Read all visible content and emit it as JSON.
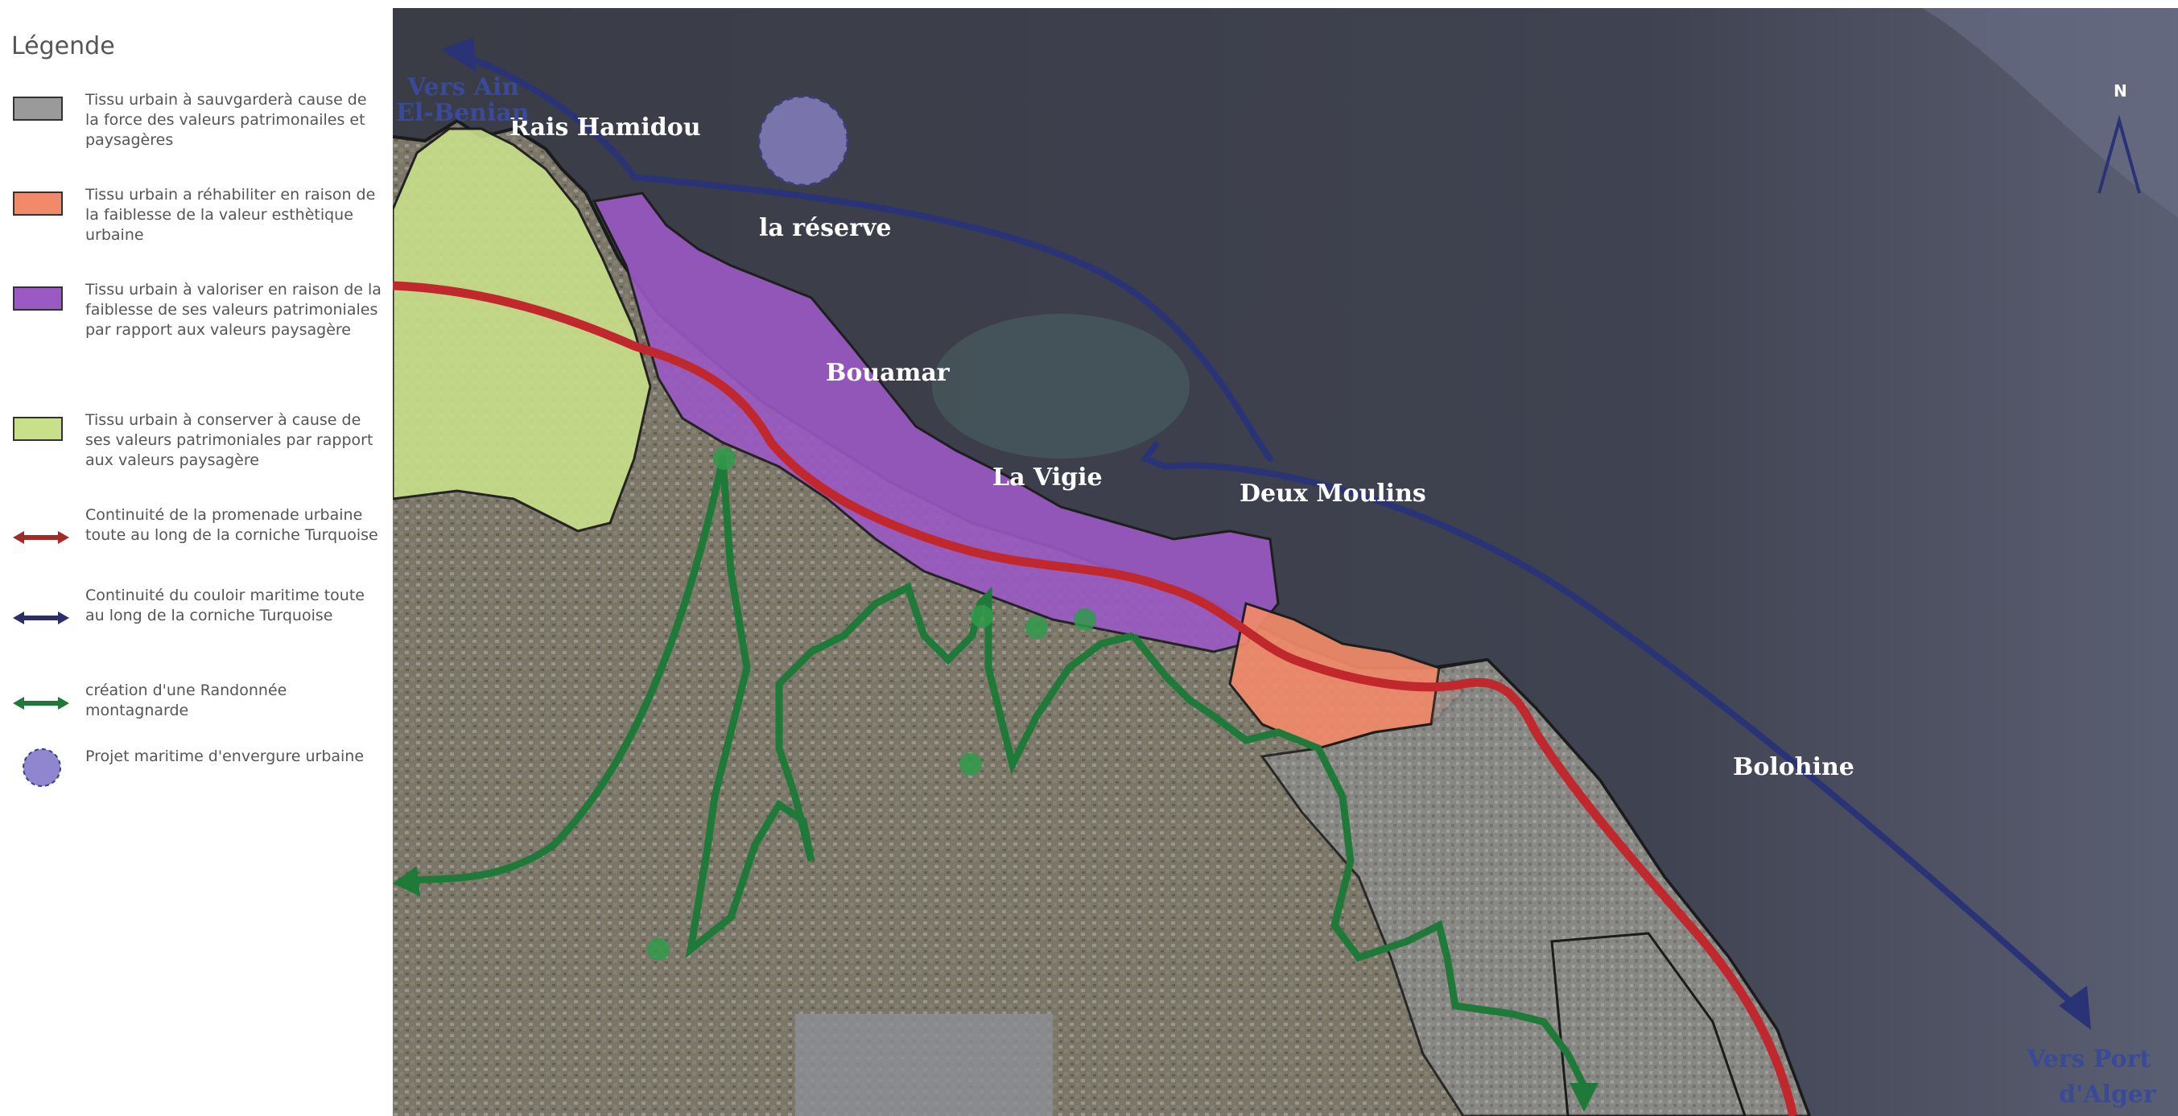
{
  "legend": {
    "title": "Légende",
    "items": [
      {
        "symbol": "swatch",
        "color": "#9a9a9a",
        "label": "Tissu urbain à sauvgarderà cause de la force des valeurs patrimonailes et paysagères"
      },
      {
        "symbol": "swatch",
        "color": "#f28a6a",
        "label": "Tissu urbain a réhabiliter en raison de la faiblesse de la valeur esthètique urbaine"
      },
      {
        "symbol": "swatch",
        "color": "#9b59c4",
        "label": "Tissu urbain à valoriser en raison de la faiblesse de ses valeurs patrimoniales par rapport aux valeurs paysagère"
      },
      {
        "symbol": "swatch",
        "color": "#c8e08a",
        "label": "Tissu urbain à conserver à cause de ses valeurs patrimoniales par rapport aux valeurs paysagère"
      },
      {
        "symbol": "arrow",
        "color": "#a42a2a",
        "label": "Continuité de la promenade urbaine toute au long de la corniche Turquoise"
      },
      {
        "symbol": "arrow",
        "color": "#2a2f6a",
        "label": "Continuité du couloir maritime toute au long de la corniche Turquoise"
      },
      {
        "symbol": "arrow",
        "color": "#1f7a3a",
        "label": "création d'une Randonnée montagnarde"
      },
      {
        "symbol": "circle",
        "color": "#8f86cf",
        "label": "Projet maritime d'envergure urbaine"
      }
    ]
  },
  "map": {
    "places": [
      {
        "name": "rais",
        "label": "Rais Hamidou"
      },
      {
        "name": "reserve",
        "label": "la réserve"
      },
      {
        "name": "bouamar",
        "label": "Bouamar"
      },
      {
        "name": "vigie",
        "label": "La Vigie"
      },
      {
        "name": "moulins",
        "label": "Deux Moulins"
      },
      {
        "name": "bolohine",
        "label": "Bolohine"
      }
    ],
    "destinations": {
      "west_line1": "Vers Ain",
      "west_line2": "El-Benian",
      "east_line1": "Vers Port",
      "east_line2": "d'Alger"
    },
    "north_label": "N",
    "colors": {
      "sea": "#3b3d4a",
      "land": "#6b6a55",
      "promenade": "#c0282e",
      "maritime": "#2b3377",
      "hiking": "#1f7a3a"
    }
  }
}
